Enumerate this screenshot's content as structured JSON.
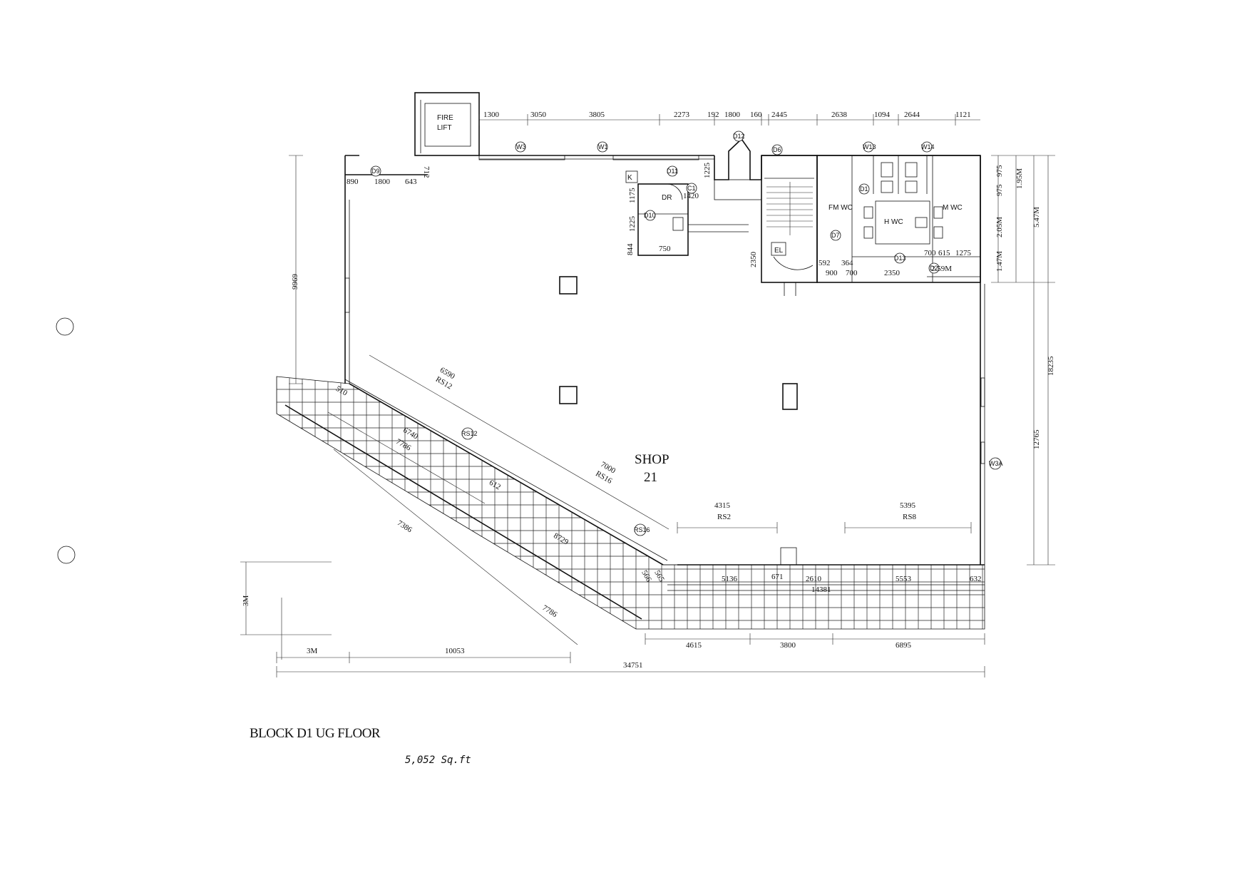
{
  "drawing": {
    "title": "BLOCK D1 UG FLOOR",
    "area_note": "5,052 Sq.ft",
    "unit_name": "SHOP",
    "unit_number": "21"
  },
  "rooms": {
    "fire_lift_1": "FIRE",
    "fire_lift_2": "LIFT",
    "dr": "DR",
    "el": "EL",
    "fm_wc": "FM WC",
    "h_wc": "H WC",
    "m_wc": "M WC",
    "k": "K"
  },
  "tags": {
    "w3": "W3",
    "w1": "W1",
    "d11": "D11",
    "d12": "D12",
    "d6": "D6",
    "c1": "C1",
    "d9": "D9",
    "d10": "D10",
    "d7": "D7",
    "w13": "W13",
    "w14": "W14",
    "d1": "D1",
    "d2": "D2",
    "d13": "D13",
    "rs12": "RS12",
    "rs16": "RS16",
    "w3a": "W3A",
    "d13b": "D13"
  },
  "dimensions": {
    "top": [
      "1300",
      "3050",
      "3805",
      "2273",
      "192",
      "1800",
      "160",
      "2445",
      "2638",
      "1094",
      "2644",
      "1121"
    ],
    "left_entry": [
      "890",
      "1800",
      "643"
    ],
    "d712": "712",
    "d1225": "1225",
    "d1175": "1175",
    "d1225b": "1225",
    "d844": "844",
    "d1420": "1420",
    "d750": "750",
    "d2350": "2350",
    "d592": "592",
    "d364": "364",
    "d900": "900",
    "d700": "700",
    "d2350b": "2350",
    "d700b": "700",
    "d615": "615",
    "d1275": "1275",
    "d259m": "2.59M",
    "right_small": [
      "975",
      "975",
      "2.05M",
      "1.47M"
    ],
    "d195m": "1.95M",
    "d547m": "5.47M",
    "d18235": "18235",
    "d12765": "12765",
    "d9969": "9969",
    "d6590": "6590",
    "rs12": "RS12",
    "d6740": "6740",
    "d7786a": "7786",
    "d510": "510",
    "d7000": "7000",
    "rs16": "RS16",
    "d612": "612",
    "d8729": "8729",
    "d7386": "7386",
    "d7786b": "7786",
    "d4315": "4315",
    "rs2": "RS2",
    "d5395": "5395",
    "rs8": "RS8",
    "bottom_row": [
      "5136",
      "671",
      "2610",
      "5553",
      "632"
    ],
    "d14381": "14381",
    "d566": "566",
    "d565": "565",
    "bottom": [
      "3M",
      "10053",
      "4615",
      "3800",
      "6895"
    ],
    "d34751": "34751",
    "d3m": "3M"
  }
}
